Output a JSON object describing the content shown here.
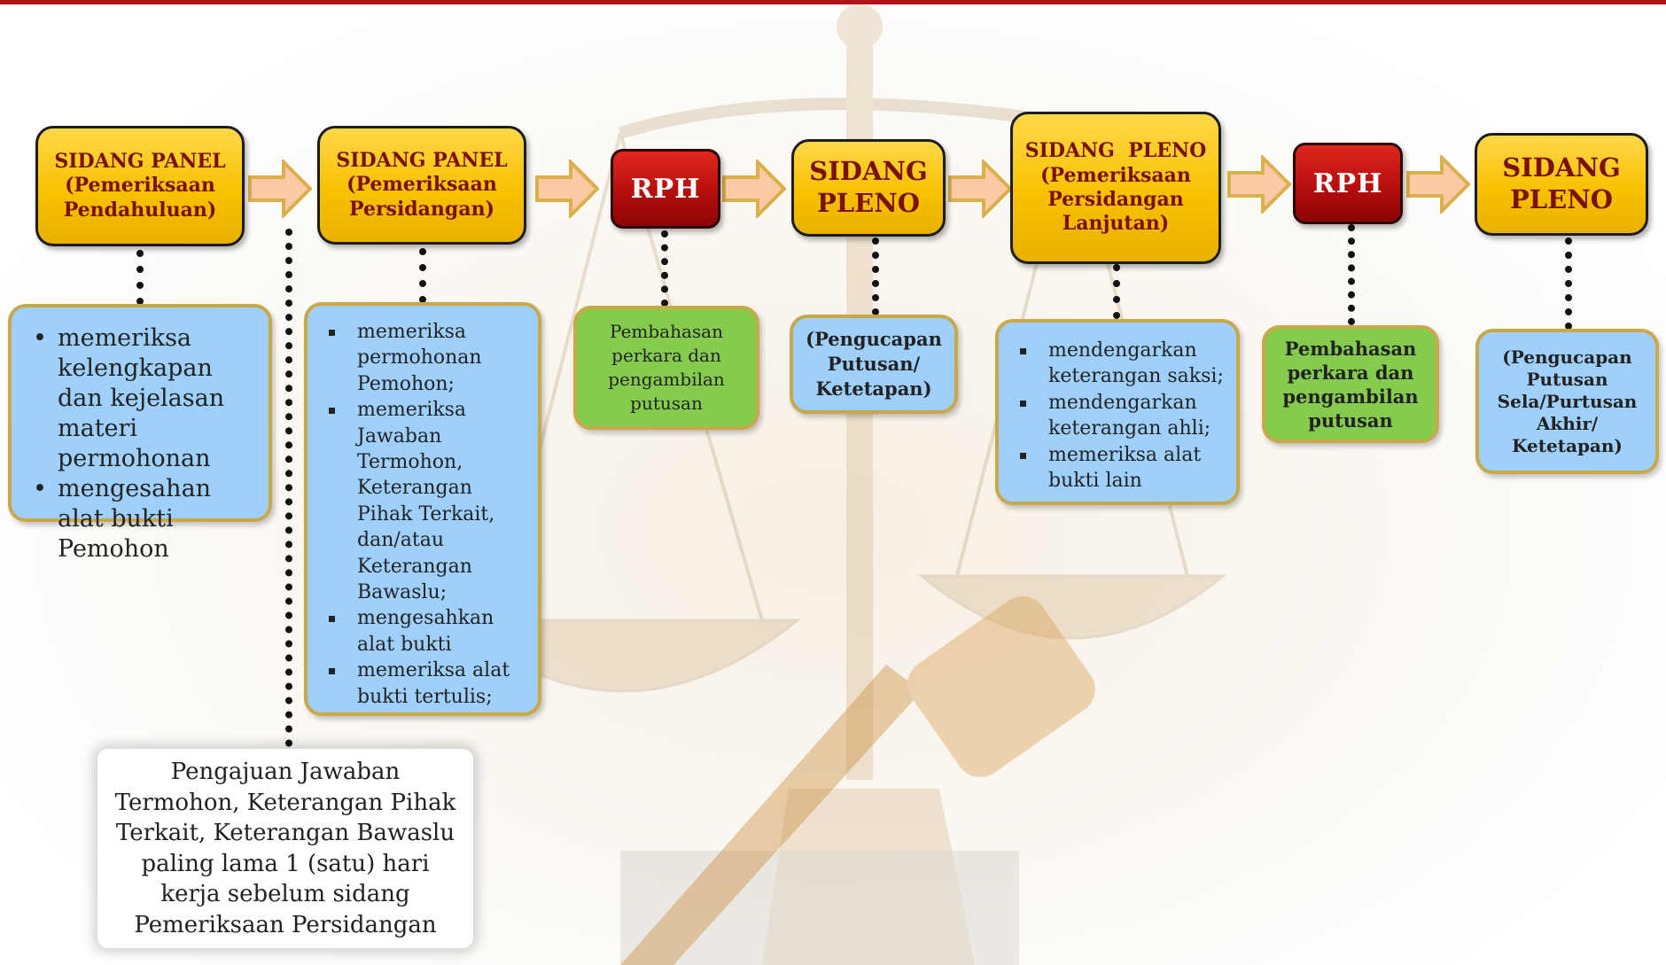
{
  "stages": [
    {
      "title": "SIDANG PANEL",
      "subtitle": "(Pemeriksaan Pendahuluan)"
    },
    {
      "title": "SIDANG PANEL",
      "subtitle": "(Pemeriksaan Persidangan)"
    },
    {
      "title": "RPH"
    },
    {
      "title": "SIDANG PLENO"
    },
    {
      "title": "SIDANG  PLENO",
      "subtitle": "(Pemeriksaan Persidangan Lanjutan)"
    },
    {
      "title": "RPH"
    },
    {
      "title": "SIDANG PLENO"
    }
  ],
  "notes": {
    "n1": [
      "memeriksa kelengkapan dan kejelasan materi permohonan",
      "mengesahan alat bukti Pemohon"
    ],
    "n2": [
      "memeriksa permohonan Pemohon;",
      "memeriksa Jawaban Termohon, Keterangan Pihak Terkait, dan/atau Keterangan Bawaslu;",
      "mengesahkan alat bukti",
      "memeriksa alat bukti tertulis;"
    ],
    "n3": "Pembahasan perkara dan pengambilan putusan",
    "n4": "(Pengucapan Putusan/ Ketetapan)",
    "n5": [
      "mendengarkan keterangan saksi;",
      "mendengarkan keterangan ahli;",
      "memeriksa alat bukti lain"
    ],
    "n6": "Pembahasan perkara dan pengambilan putusan",
    "n7": "(Pengucapan Putusan Sela/Purtusan Akhir/ Ketetapan)"
  },
  "bottom_note": "Pengajuan Jawaban Termohon, Keterangan Pihak Terkait, Keterangan Bawaslu paling lama 1 (satu) hari kerja sebelum sidang Pemeriksaan Persidangan",
  "colors": {
    "stage_fill": "#f8c100",
    "stage_text": "#7a1106",
    "rph_fill": "#b60d0d",
    "note_blue": "#9ed0fb",
    "note_green": "#85cc4e",
    "note_border": "#c9a84a",
    "arrow_fill": "#fbc9a6",
    "top_bar": "#b31218"
  },
  "background_image": "scales-of-justice-and-gavel-watermark"
}
